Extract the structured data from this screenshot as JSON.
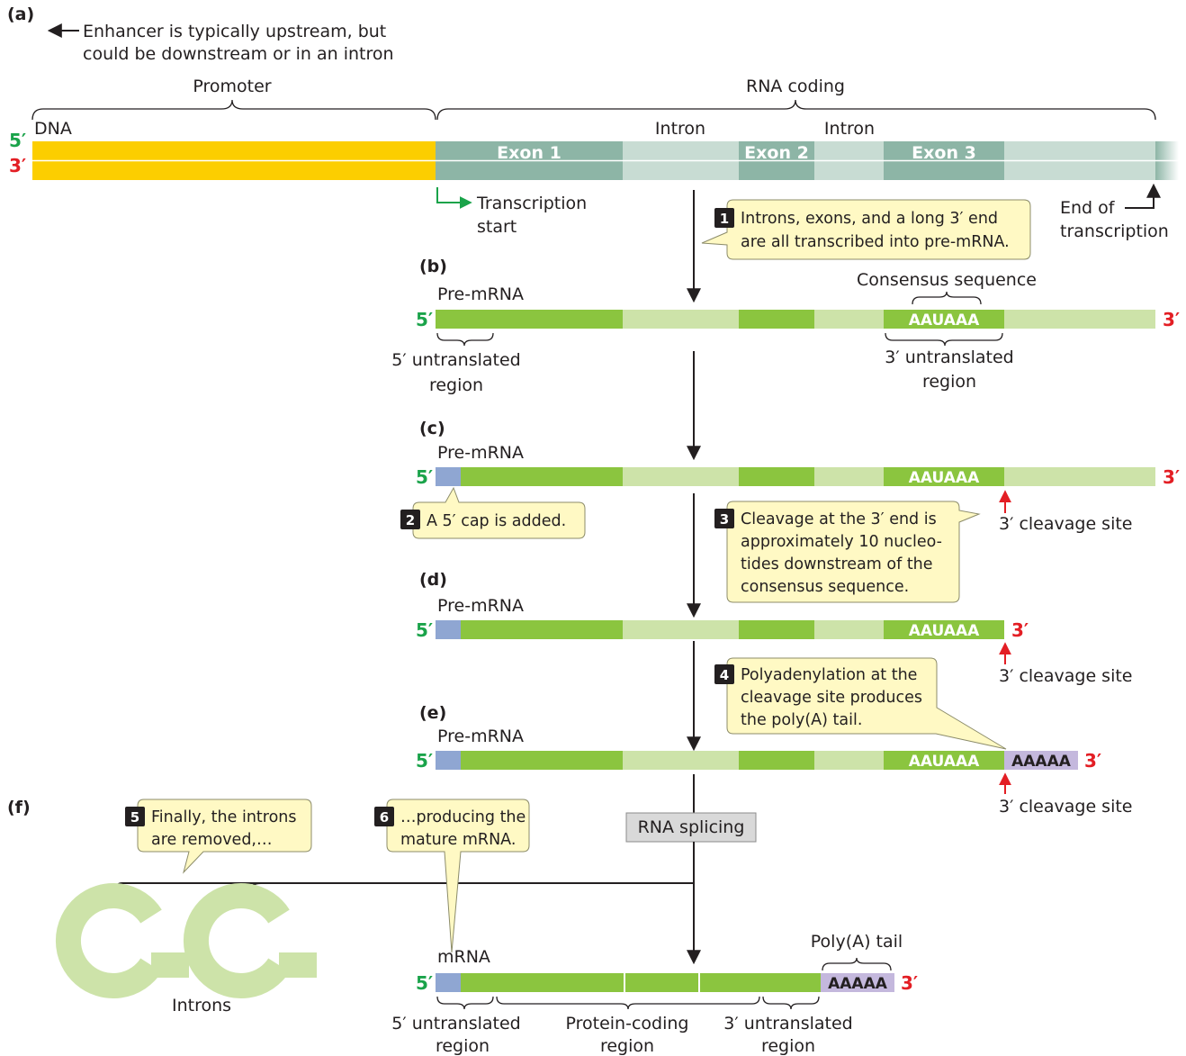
{
  "panel_labels": {
    "a": "(a)",
    "b": "(b)",
    "c": "(c)",
    "d": "(d)",
    "e": "(e)",
    "f": "(f)"
  },
  "enhancer_note": {
    "line1": "Enhancer is typically upstream, but",
    "line2": "could be downstream or in an intron"
  },
  "region_labels": {
    "promoter": "Promoter",
    "rna_coding": "RNA coding"
  },
  "dna": {
    "label": "DNA",
    "five_prime": "5′",
    "three_prime": "3′",
    "exon1": "Exon 1",
    "exon2": "Exon 2",
    "exon3": "Exon 3",
    "intron1": "Intron",
    "intron2": "Intron",
    "transcription_start_1": "Transcription",
    "transcription_start_2": "start",
    "end_of_transcription_1": "End of",
    "end_of_transcription_2": "transcription"
  },
  "callouts": {
    "c1": {
      "number": "1",
      "line1": "Introns, exons, and a long 3′ end",
      "line2": "are all transcribed into pre-mRNA."
    },
    "c2": {
      "number": "2",
      "line1": "A 5′ cap is added."
    },
    "c3": {
      "number": "3",
      "line1": "Cleavage at the 3′ end is",
      "line2": "approximately 10 nucleo-",
      "line3": "tides downstream of the",
      "line4": "consensus sequence."
    },
    "c4": {
      "number": "4",
      "line1": "Polyadenylation at the",
      "line2": "cleavage site produces",
      "line3": "the poly(A) tail."
    },
    "c5": {
      "number": "5",
      "line1": "Finally, the introns",
      "line2": "are removed,…"
    },
    "c6": {
      "number": "6",
      "line1": "…producing the",
      "line2": "mature mRNA."
    }
  },
  "pre_mrna": {
    "label": "Pre-mRNA",
    "five_prime": "5′",
    "three_prime": "3′",
    "consensus_label": "Consensus sequence",
    "consensus_seq": "AAUAAA",
    "utr5_line1": "5′ untranslated",
    "utr5_line2": "region",
    "utr3_line1": "3′ untranslated",
    "utr3_line2": "region",
    "cleavage_site": "3′ cleavage site",
    "poly_a_seq": "AAAAA"
  },
  "splicing": {
    "label": "RNA splicing",
    "introns_label": "Introns"
  },
  "mrna": {
    "label": "mRNA",
    "five_prime": "5′",
    "three_prime": "3′",
    "poly_a_tail_label": "Poly(A) tail",
    "poly_a_seq": "AAAAA",
    "utr5_line1": "5′ untranslated",
    "utr5_line2": "region",
    "coding_line1": "Protein-coding",
    "coding_line2": "region",
    "utr3_line1": "3′ untranslated",
    "utr3_line2": "region"
  },
  "colors": {
    "promoter": "#fcce00",
    "exon_dna": "#8db5a6",
    "intron_dna": "#c8dcd3",
    "exon_rna": "#8bc53f",
    "intron_rna": "#cde3a9",
    "cap": "#8fa6d2",
    "poly_a": "#c4b8dd",
    "five_prime": "#1aa34a",
    "three_prime": "#e31e24",
    "callout_fill": "#fff9c4"
  }
}
